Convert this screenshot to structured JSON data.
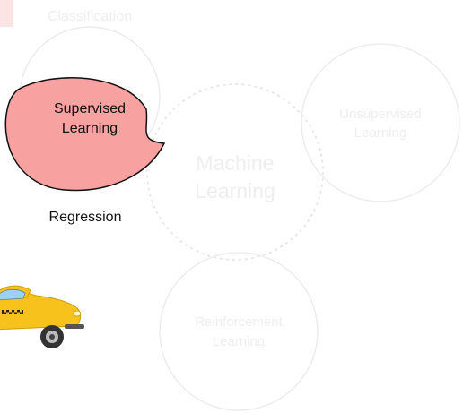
{
  "diagram": {
    "top_label": "Classification",
    "center_node": {
      "line1": "Machine",
      "line2": "Learning"
    },
    "nodes": {
      "supervised": {
        "line1": "Supervised",
        "line2": "Learning"
      },
      "unsupervised": {
        "line1": "Unsupervised",
        "line2": "Learning"
      },
      "reinforcement": {
        "line1": "Reinforcement",
        "line2": "Learning"
      }
    },
    "regression_label": "Regression"
  },
  "colors": {
    "active_fill": "#f7a1a1",
    "active_stroke": "#111111",
    "faded_stroke": "#ececec",
    "faded_text": "#eeeeee",
    "dashed_stroke": "#e4e4e4",
    "taxi_yellow": "#f7c21b",
    "accent_red": "#ff5a5a"
  },
  "icons": {
    "vehicle": "taxi-car-icon"
  }
}
